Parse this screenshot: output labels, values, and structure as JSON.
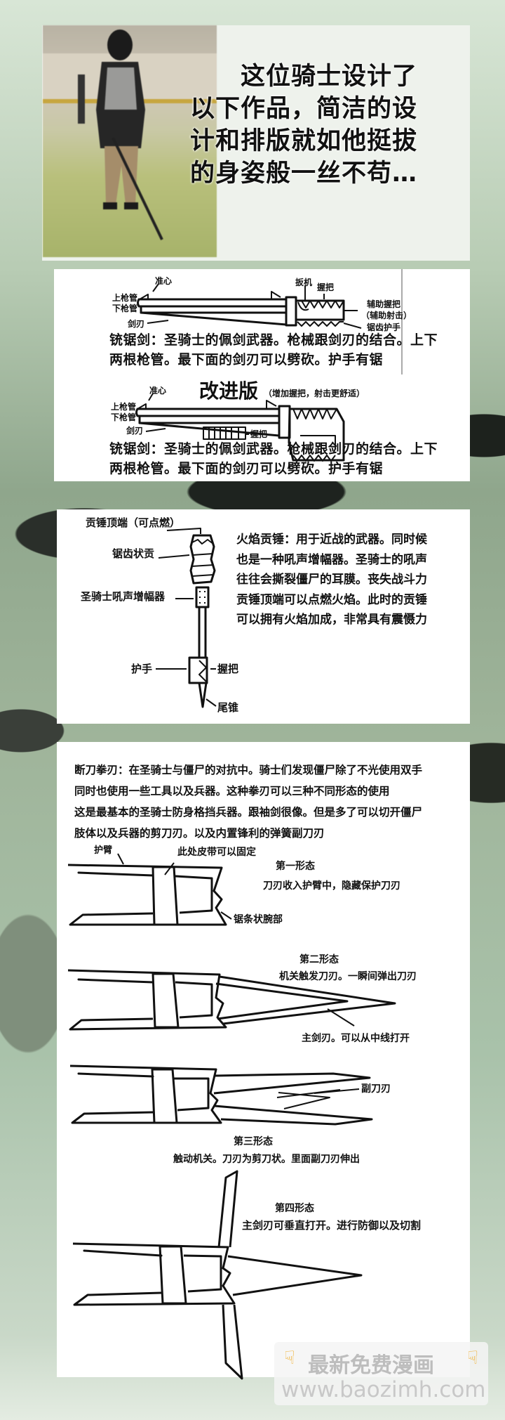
{
  "intro": {
    "lines": [
      "这位骑士设计了",
      "以下作品，简洁的设",
      "计和排版就如他挺拔",
      "的身姿般一丝不苟…"
    ]
  },
  "gun_saw": {
    "labels": {
      "sight": "准心",
      "upper_barrel": "上枪管",
      "lower_barrel": "下枪管",
      "blade": "剑刃",
      "trigger": "扳机",
      "grip": "握把",
      "aux_grip": "辅助握把",
      "aux_grip_note": "（辅助射击）",
      "saw_guard": "锯齿护手"
    },
    "caption_line1": "铳锯剑：圣骑士的佩剑武器。枪械跟剑刃的结合。上下",
    "caption_line2": "两根枪管。最下面的剑刃可以劈砍。护手有锯",
    "improved_title": "改进版",
    "improved_note": "（增加握把，射击更舒适）",
    "improved_labels": {
      "sight": "准心",
      "upper_barrel": "上枪管",
      "lower_barrel": "下枪管",
      "blade": "剑刃",
      "grip": "握把"
    },
    "improved_caption_line1": "铳锯剑：圣骑士的佩剑武器。枪械跟剑刃的结合。上下",
    "improved_caption_line2": "两根枪管。最下面的剑刃可以劈砍。护手有锯"
  },
  "hammer": {
    "labels": {
      "top": "贡锤顶端（可点燃）",
      "saw_head": "锯齿状贡",
      "amplifier": "圣骑士吼声增幅器",
      "guard": "护手",
      "grip": "握把",
      "tail": "尾锥"
    },
    "description": [
      "火焰贡锤：用于近战的武器。同时候",
      "也是一种吼声增幅器。圣骑士的吼声",
      "往往会撕裂僵尸的耳膜。丧失战斗力",
      "贡锤顶端可以点燃火焰。此时的贡锤",
      "可以拥有火焰加成，非常具有震慑力"
    ]
  },
  "fist_blade": {
    "description": [
      "断刀拳刃：在圣骑士与僵尸的对抗中。骑士们发现僵尸除了不光使用双手",
      "同时也使用一些工具以及兵器。这种拳刃可以三种不同形态的使用",
      "这是最基本的圣骑士防身格挡兵器。跟袖剑很像。但是多了可以切开僵尸",
      "肢体以及兵器的剪刀刃。以及内置锋利的弹簧副刀刃"
    ],
    "form1": {
      "label_arm": "护臂",
      "label_strap": "此处皮带可以固定",
      "title": "第一形态",
      "desc": "刀刃收入护臂中，隐藏保护刀刃",
      "label_wrist": "锯条状腕部"
    },
    "form2": {
      "title": "第二形态",
      "desc": "机关触发刀刃。一瞬间弹出刀刃",
      "label_main": "主剑刃。可以从中线打开"
    },
    "form3": {
      "label_sub": "副刀刃",
      "title": "第三形态",
      "desc": "触动机关。刀刃为剪刀状。里面副刀刃伸出"
    },
    "form4": {
      "title": "第四形态",
      "desc": "主剑刃可垂直打开。进行防御以及切割"
    }
  },
  "watermark": {
    "line1": "最新免费漫画",
    "line2": "www.baozimh.com",
    "icon": "pointing-down-hand-icon",
    "color": "#f0b43c"
  }
}
